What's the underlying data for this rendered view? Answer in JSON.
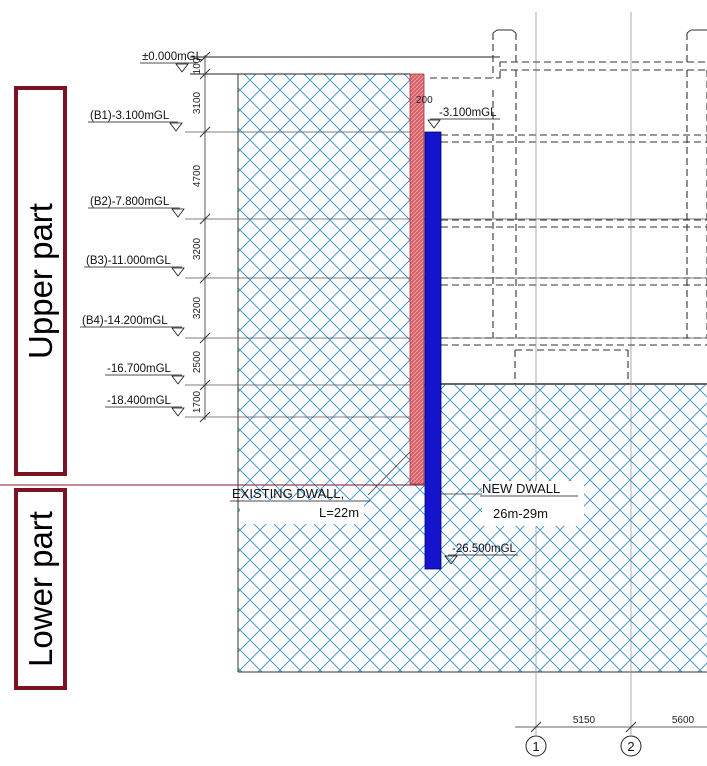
{
  "levels": {
    "ground": "±0.000mGL",
    "b1": "(B1)-3.100mGL",
    "b2": "(B2)-7.800mGL",
    "b3": "(B3)-11.000mGL",
    "b4": "(B4)-14.200mGL",
    "l5": "-16.700mGL",
    "l6": "-18.400mGL",
    "wall_top": "-3.100mGL",
    "wall_toe": "-26.500mGL"
  },
  "spacings": [
    "100",
    "3100",
    "4700",
    "3200",
    "3200",
    "2500",
    "1700"
  ],
  "wall_gap": "200",
  "existing_dwall": {
    "title": "EXISTING DWALL,",
    "length": "L=22m"
  },
  "new_dwall": {
    "title": "NEW DWALL",
    "length": "26m-29m"
  },
  "grid": {
    "axis1": "1",
    "axis2": "2",
    "span1": "5150",
    "span2": "5600"
  },
  "parts": {
    "upper": "Upper part",
    "lower": "Lower part"
  },
  "colors": {
    "existing_wall": "#d9646a",
    "new_wall": "#1414cc",
    "soil_hatch": "#3f8fc9",
    "part_frame": "#7a1424"
  }
}
